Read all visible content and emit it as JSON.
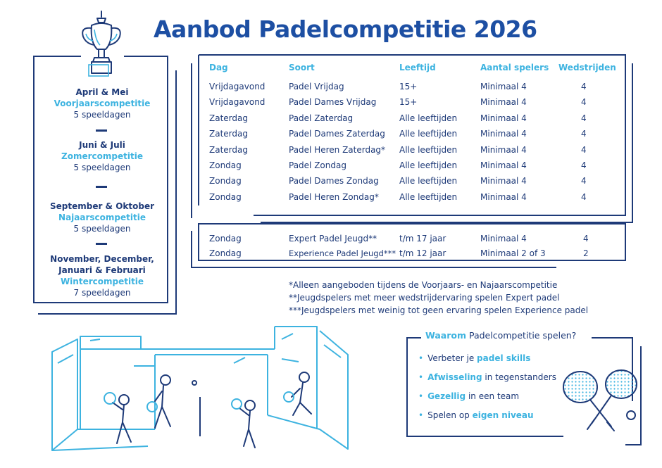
{
  "title": "Aanbod Padelcompetitie 2026",
  "seasons": [
    {
      "when": "April & Mei",
      "name": "Voorjaarscompetitie",
      "days": "5 speeldagen"
    },
    {
      "when": "Juni & Juli",
      "name": "Zomercompetitie",
      "days": "5 speeldagen"
    },
    {
      "when": "September & Oktober",
      "name": "Najaarscompetitie",
      "days": "5 speeldagen"
    },
    {
      "when_line1": "November, December,",
      "when_line2": "Januari & Februari",
      "name": "Wintercompetitie",
      "days": "7 speeldagen"
    }
  ],
  "table": {
    "headers": [
      "Dag",
      "Soort",
      "Leeftijd",
      "Aantal spelers",
      "Wedstrijden"
    ],
    "rows": [
      [
        "Vrijdagavond",
        "Padel Vrijdag",
        "15+",
        "Minimaal 4",
        "4"
      ],
      [
        "Vrijdagavond",
        "Padel Dames Vrijdag",
        "15+",
        "Minimaal 4",
        "4"
      ],
      [
        "Zaterdag",
        "Padel Zaterdag",
        "Alle leeftijden",
        "Minimaal 4",
        "4"
      ],
      [
        "Zaterdag",
        "Padel Dames Zaterdag",
        "Alle leeftijden",
        "Minimaal 4",
        "4"
      ],
      [
        "Zaterdag",
        "Padel Heren Zaterdag*",
        "Alle leeftijden",
        "Minimaal 4",
        "4"
      ],
      [
        "Zondag",
        "Padel Zondag",
        "Alle leeftijden",
        "Minimaal 4",
        "4"
      ],
      [
        "Zondag",
        "Padel Dames Zondag",
        "Alle leeftijden",
        "Minimaal 4",
        "4"
      ],
      [
        "Zondag",
        "Padel Heren Zondag*",
        "Alle leeftijden",
        "Minimaal 4",
        "4"
      ]
    ],
    "youth_rows": [
      [
        "Zondag",
        "Expert Padel Jeugd**",
        "t/m 17 jaar",
        "Minimaal 4",
        "4"
      ],
      [
        "Zondag",
        "Experience Padel Jeugd***",
        "t/m 12 jaar",
        "Minimaal 2 of 3",
        "2"
      ]
    ]
  },
  "footnotes": [
    "*Alleen aangeboden tijdens de Voorjaars- en Najaarscompetitie",
    "**Jeugdspelers met meer wedstrijdervaring spelen Expert padel",
    "***Jeugdspelers met weinig tot geen ervaring spelen Experience padel"
  ],
  "why": {
    "title_bold": "Waarom",
    "title_rest": "Padelcompetitie spelen?",
    "items": [
      {
        "pre": "Verbeter je ",
        "bold": "padel skills",
        "post": ""
      },
      {
        "pre": "",
        "bold": "Afwisseling",
        "post": " in tegenstanders"
      },
      {
        "pre": "",
        "bold": "Gezellig",
        "post": " in een team"
      },
      {
        "pre": "Spelen op ",
        "bold": "eigen niveau",
        "post": ""
      }
    ]
  },
  "colors": {
    "navy": "#1e3a78",
    "accent": "#3db3e0",
    "title": "#1d4fa3"
  },
  "icons": [
    "trophy-icon",
    "padel-rackets-icon",
    "padel-court-illustration",
    "bullet-icon"
  ]
}
